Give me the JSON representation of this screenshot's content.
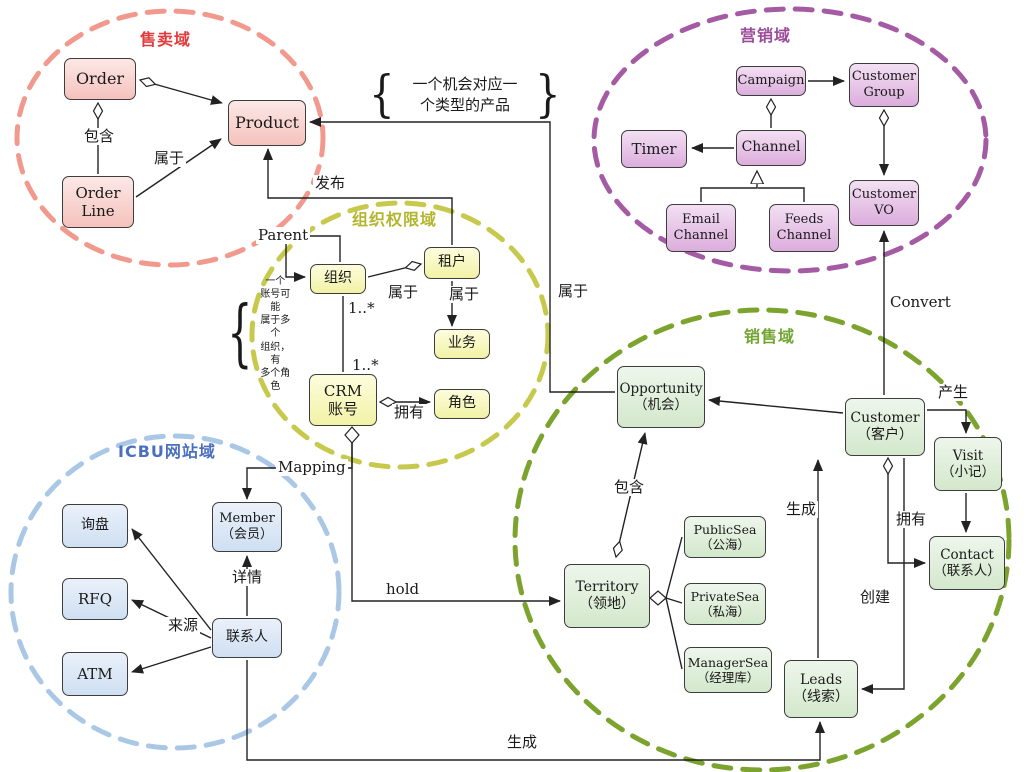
{
  "domains": {
    "selling": "售卖域",
    "marketing": "营销域",
    "org_perm": "组织权限域",
    "icbu": "ICBU网站域",
    "sales": "销售域"
  },
  "nodes": {
    "order": "Order",
    "product": "Product",
    "order_line": "Order\nLine",
    "campaign": "Campaign",
    "customer_group": "Customer\nGroup",
    "timer": "Timer",
    "channel": "Channel",
    "email_channel": "Email\nChannel",
    "feeds_channel": "Feeds\nChannel",
    "customer_vo": "Customer\nVO",
    "org": "组织",
    "tenant": "租户",
    "business": "业务",
    "crm_account": "CRM\n账号",
    "role": "角色",
    "inquiry": "询盘",
    "rfq": "RFQ",
    "atm": "ATM",
    "member": "Member\n（会员）",
    "contact_icbu": "联系人",
    "opportunity": "Opportunity\n（机会）",
    "customer": "Customer\n（客户）",
    "visit": "Visit\n（小记）",
    "contact": "Contact\n（联系人）",
    "public_sea": "PublicSea\n（公海）",
    "private_sea": "PrivateSea\n（私海）",
    "manager_sea": "ManagerSea\n（经理库）",
    "territory": "Territory\n（领地）",
    "leads": "Leads\n（线索）"
  },
  "edges": {
    "order_contains": "包含",
    "line_belongs": "属于",
    "publish": "发布",
    "parent": "Parent",
    "org_belongs": "属于",
    "tenant_belongs": "属于",
    "mult_org": "1..*",
    "mult_account": "1..*",
    "account_owns": "拥有",
    "mapping": "Mapping",
    "hold": "hold",
    "detail": "详情",
    "source": "来源",
    "opp_belongs": "属于",
    "territory_contains": "包含",
    "convert": "Convert",
    "produce": "产生",
    "leads_generate": "生成",
    "customer_owns": "拥有",
    "create": "创建",
    "contact_generate": "生成"
  },
  "notes": {
    "opportunity_note": "一个机会对应一\n个类型的产品",
    "account_note": "一个\n账号可能\n属于多个\n组织，有\n多个角色",
    "brace_l": "{",
    "brace_r": "}"
  },
  "colors": {
    "selling_accent": "#e23b3b",
    "marketing_accent": "#9b4d9b",
    "org_perm_accent": "#b3b52e",
    "icbu_accent": "#4a6fbf",
    "sales_accent": "#73a533",
    "selling_fill": "#f5c2bd",
    "marketing_fill": "#dcaddc",
    "org_perm_fill": "#f2f2a6",
    "icbu_fill": "#cfdff2",
    "sales_fill": "#d3e8cc",
    "selling_ring": "#f2998e",
    "marketing_ring": "#a45ba4",
    "org_perm_ring": "#c6c94c",
    "icbu_ring": "#aac7e6",
    "sales_ring": "#7ba32e"
  }
}
